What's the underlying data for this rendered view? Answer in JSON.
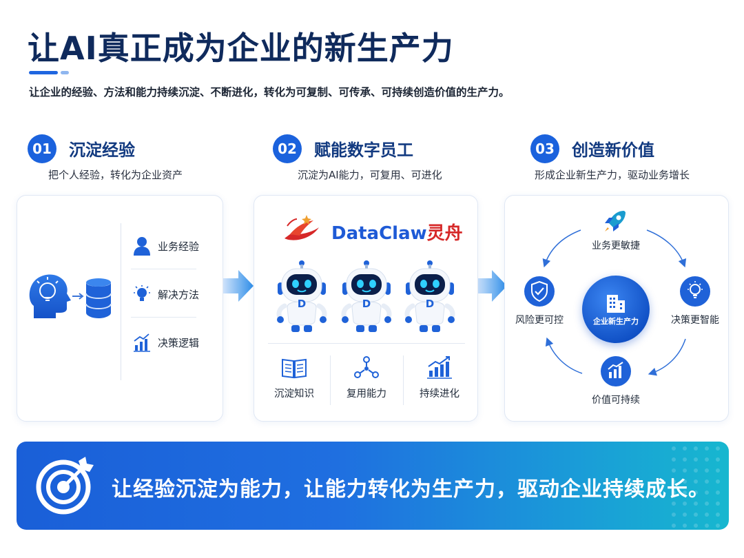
{
  "header": {
    "title": "让AI真正成为企业的新生产力",
    "subtitle": "让企业的经验、方法和能力持续沉淀、不断进化，转化为可复制、可传承、可持续创造价值的生产力。"
  },
  "steps": [
    {
      "num": "01",
      "title": "沉淀经验",
      "desc": "把个人经验，转化为企业资产"
    },
    {
      "num": "02",
      "title": "赋能数字员工",
      "desc": "沉淀为AI能力，可复用、可进化"
    },
    {
      "num": "03",
      "title": "创造新价值",
      "desc": "形成企业新生产力，驱动业务增长"
    }
  ],
  "panel1": {
    "items": [
      {
        "icon": "person-icon",
        "label": "业务经验"
      },
      {
        "icon": "lightbulb-icon",
        "label": "解决方法"
      },
      {
        "icon": "bar-chart-icon",
        "label": "决策逻辑"
      }
    ]
  },
  "panel2": {
    "brand_en": "DataClaw",
    "brand_cn": "灵舟",
    "robot_letter": "D",
    "features": [
      {
        "icon": "book-icon",
        "label": "沉淀知识"
      },
      {
        "icon": "network-icon",
        "label": "复用能力"
      },
      {
        "icon": "growth-chart-icon",
        "label": "持续进化"
      }
    ]
  },
  "panel3": {
    "center": "企业新生产力",
    "nodes": {
      "top": {
        "icon": "rocket-icon",
        "label": "业务更敏捷"
      },
      "right": {
        "icon": "lightbulb-icon",
        "label": "决策更智能"
      },
      "bottom": {
        "icon": "bar-chart-icon",
        "label": "价值可持续"
      },
      "left": {
        "icon": "shield-check-icon",
        "label": "风险更可控"
      }
    }
  },
  "banner": {
    "text": "让经验沉淀为能力，让能力转化为生产力，驱动企业持续成长。"
  },
  "colors": {
    "primary": "#1b62dd",
    "title": "#0f2a5c",
    "brand_red": "#d62828",
    "banner_end": "#17b7cf"
  }
}
